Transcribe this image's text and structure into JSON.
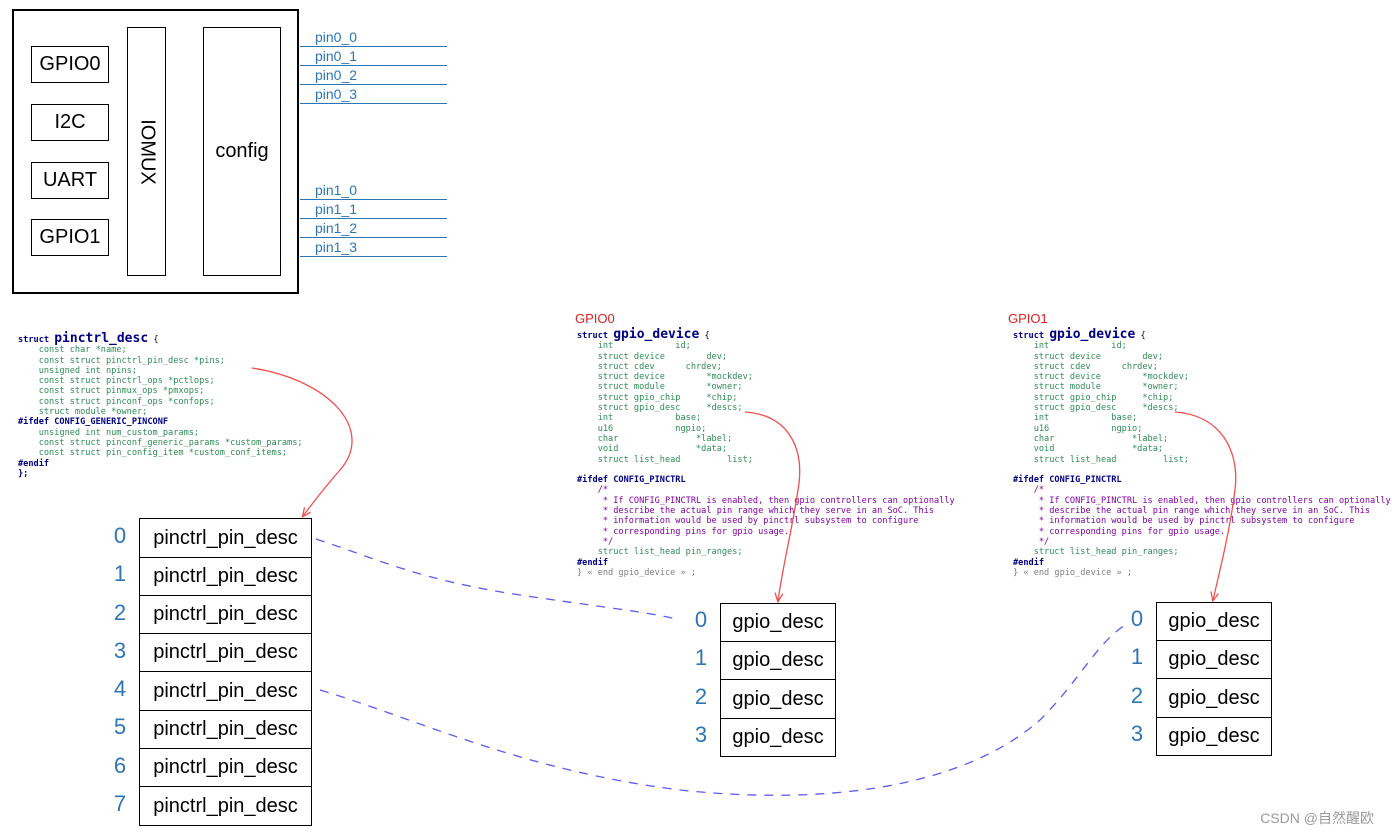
{
  "chip": {
    "peripherals": [
      "GPIO0",
      "I2C",
      "UART",
      "GPIO1"
    ],
    "iomux_label": "IOMUX",
    "config_label": "config",
    "pins_group0": [
      "pin0_0",
      "pin0_1",
      "pin0_2",
      "pin0_3"
    ],
    "pins_group1": [
      "pin1_0",
      "pin1_1",
      "pin1_2",
      "pin1_3"
    ]
  },
  "pinctrl_code": {
    "head_kw": "struct",
    "head_name": "pinctrl_desc",
    "head_brace": "{",
    "l1": "const char *name;",
    "l2": "const struct pinctrl_pin_desc *pins;",
    "l3": "unsigned int npins;",
    "l4": "const struct pinctrl_ops *pctlops;",
    "l5": "const struct pinmux_ops *pmxops;",
    "l6": "const struct pinconf_ops *confops;",
    "l7": "struct module *owner;",
    "l8": "#ifdef CONFIG_GENERIC_PINCONF",
    "l9": "unsigned int num_custom_params;",
    "l10": "const struct pinconf_generic_params *custom_params;",
    "l11": "const struct pin_config_item *custom_conf_items;",
    "l12": "#endif",
    "l13": "};"
  },
  "gpio_device_code": {
    "head_kw": "struct",
    "head_name": "gpio_device",
    "head_brace": "{",
    "l1": "int            id;",
    "l2": "struct device        dev;",
    "l3": "struct cdev      chrdev;",
    "l4": "struct device        *mockdev;",
    "l5": "struct module        *owner;",
    "l6": "struct gpio_chip     *chip;",
    "l7": "struct gpio_desc     *descs;",
    "l8": "int            base;",
    "l9": "u16            ngpio;",
    "l10": "char               *label;",
    "l11": "void               *data;",
    "l12": "struct list_head         list;",
    "l13": "#ifdef CONFIG_PINCTRL",
    "l14": "/*",
    "l15": " * If CONFIG_PINCTRL is enabled, then gpio controllers can optionally",
    "l16": " * describe the actual pin range which they serve in an SoC. This",
    "l17": " * information would be used by pinctrl subsystem to configure",
    "l18": " * corresponding pins for gpio usage.",
    "l19": " */",
    "l20": "struct list_head pin_ranges;",
    "l21": "#endif",
    "l22": "} « end gpio_device » ;"
  },
  "gpio_titles": [
    "GPIO0",
    "GPIO1"
  ],
  "pin_desc_table": {
    "indices": [
      "0",
      "1",
      "2",
      "3",
      "4",
      "5",
      "6",
      "7"
    ],
    "cell_label": "pinctrl_pin_desc"
  },
  "gpio0_desc_table": {
    "indices": [
      "0",
      "1",
      "2",
      "3"
    ],
    "cell_label": "gpio_desc"
  },
  "gpio1_desc_table": {
    "indices": [
      "0",
      "1",
      "2",
      "3"
    ],
    "cell_label": "gpio_desc"
  },
  "watermark": "CSDN @自然醒欧",
  "colors": {
    "pin_blue": "#2e75b6",
    "arrow_red": "#f05050",
    "dash_blue": "#5b5bf0",
    "title_red": "#e02020"
  }
}
